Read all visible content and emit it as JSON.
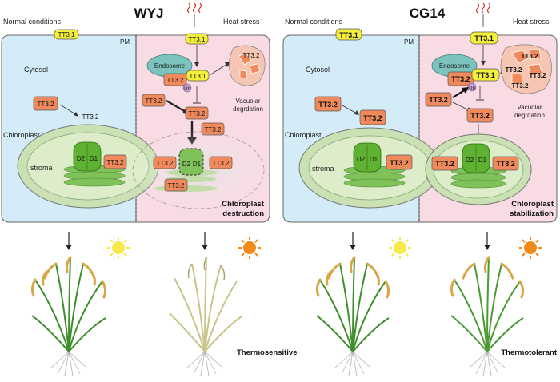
{
  "panels": [
    {
      "title": "WYJ",
      "left_condition": "Normal conditions",
      "right_condition": "Heat stress",
      "pm_label": "PM",
      "cytosol_label": "Cytosol",
      "chloroplast_label": "Chloroplast",
      "stroma_label": "stroma",
      "endosome_label": "Endosome",
      "vacuolar_label_1": "Vacuolar",
      "vacuolar_label_2": "degrdation",
      "ub_label": "Ub",
      "outcome_1": "Chloroplast",
      "outcome_2": "destruction",
      "phenotype": "Thermosensitive"
    },
    {
      "title": "CG14",
      "left_condition": "Normal conditions",
      "right_condition": "Heat stress",
      "pm_label": "PM",
      "cytosol_label": "Cytosol",
      "chloroplast_label": "Chloroplast",
      "stroma_label": "stroma",
      "endosome_label": "Endosome",
      "vacuolar_label_1": "Vacuolar",
      "vacuolar_label_2": "degrdation",
      "ub_label": "Ub",
      "outcome_1": "Chloroplast",
      "outcome_2": "stabilization",
      "phenotype": "Thermotolerant"
    }
  ],
  "proteins": {
    "tt31": "TT3.1",
    "tt32": "TT3.2",
    "d1": "D1",
    "d2": "D2"
  },
  "colors": {
    "cytosol_blue": "#d4ecf7",
    "heat_pink": "#f9dbe3",
    "tt31_yellow": "#f3ee3a",
    "tt32_orange": "#f08a5d",
    "chloroplast_green": "#c9e1b3",
    "psii_green": "#5fb132",
    "endosome_teal": "#7cc3bd",
    "sun_yellow": "#f7e94a",
    "sun_orange": "#f28a17"
  }
}
